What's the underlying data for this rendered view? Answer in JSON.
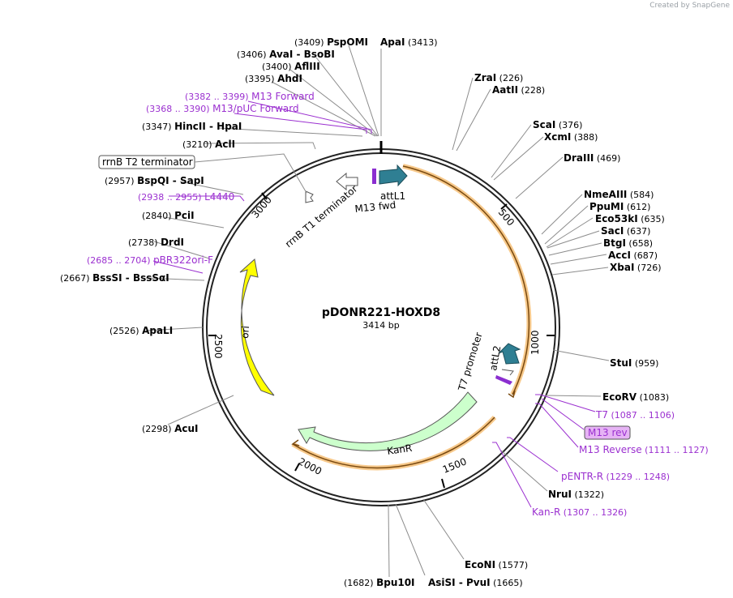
{
  "credit": {
    "prefix": "Created by",
    "brand": "SnapGene"
  },
  "plasmid": {
    "name": "pDONR221-HOXD8",
    "length": "3414 bp"
  },
  "ticks": [
    "500",
    "1000",
    "1500",
    "2000",
    "2500",
    "3000"
  ],
  "features": {
    "att_l1": "attL1",
    "m13_fwd": "M13 fwd",
    "rrnb_t1": "rrnB T1 terminator",
    "rrnb_t2": "rrnB T2 terminator",
    "ori": "ori",
    "kanr": "KanR",
    "att_l2": "attL2",
    "t7_promoter": "T7 promoter"
  },
  "sites": [
    {
      "id": "PspOMI",
      "names": [
        "PspOMI"
      ],
      "pos": "(3409)"
    },
    {
      "id": "AvaI",
      "names": [
        "AvaI",
        "BsoBI"
      ],
      "pos": "(3406)"
    },
    {
      "id": "AflIII",
      "names": [
        "AflIII"
      ],
      "pos": "(3400)"
    },
    {
      "id": "AhdI",
      "names": [
        "AhdI"
      ],
      "pos": "(3395)"
    },
    {
      "id": "M13F",
      "primer": "M13 Forward",
      "pos": "(3382 .. 3399)"
    },
    {
      "id": "M13pUC",
      "primer": "M13/pUC Forward",
      "pos": "(3368 .. 3390)"
    },
    {
      "id": "HincII",
      "names": [
        "HincII",
        "HpaI"
      ],
      "pos": "(3347)"
    },
    {
      "id": "AclI",
      "names": [
        "AclI"
      ],
      "pos": "(3210)"
    },
    {
      "id": "BspQI",
      "names": [
        "BspQI",
        "SapI"
      ],
      "pos": "(2957)"
    },
    {
      "id": "L4440",
      "primer": "L4440",
      "pos": "(2938 .. 2955)"
    },
    {
      "id": "PciI",
      "names": [
        "PciI"
      ],
      "pos": "(2840)"
    },
    {
      "id": "DrdI",
      "names": [
        "DrdI"
      ],
      "pos": "(2738)"
    },
    {
      "id": "pBR322",
      "primer": "pBR322ori-F",
      "pos": "(2685 .. 2704)"
    },
    {
      "id": "BssSI",
      "names": [
        "BssSI",
        "BssSαI"
      ],
      "pos": "(2667)"
    },
    {
      "id": "ApaLI",
      "names": [
        "ApaLI"
      ],
      "pos": "(2526)"
    },
    {
      "id": "AcuI",
      "names": [
        "AcuI"
      ],
      "pos": "(2298)"
    },
    {
      "id": "Bpu10I",
      "names": [
        "Bpu10I"
      ],
      "pos": "(1682)"
    },
    {
      "id": "AsiSI",
      "names": [
        "AsiSI",
        "PvuI"
      ],
      "pos": "(1665)"
    },
    {
      "id": "EcoNI",
      "names": [
        "EcoNI"
      ],
      "pos": "(1577)"
    },
    {
      "id": "KanR_p",
      "primer": "Kan-R",
      "pos": "(1307 .. 1326)"
    },
    {
      "id": "NruI",
      "names": [
        "NruI"
      ],
      "pos": "(1322)"
    },
    {
      "id": "pENTR",
      "primer": "pENTR-R",
      "pos": "(1229 .. 1248)"
    },
    {
      "id": "M13Rev",
      "primer": "M13 Reverse",
      "pos": "(1111 .. 1127)"
    },
    {
      "id": "M13revbox",
      "primer": "M13 rev",
      "pos": ""
    },
    {
      "id": "T7",
      "primer": "T7",
      "pos": "(1087 .. 1106)"
    },
    {
      "id": "EcoRV",
      "names": [
        "EcoRV"
      ],
      "pos": "(1083)"
    },
    {
      "id": "StuI",
      "names": [
        "StuI"
      ],
      "pos": "(959)"
    },
    {
      "id": "XbaI",
      "names": [
        "XbaI"
      ],
      "pos": "(726)"
    },
    {
      "id": "AccI",
      "names": [
        "AccI"
      ],
      "pos": "(687)"
    },
    {
      "id": "BtgI",
      "names": [
        "BtgI"
      ],
      "pos": "(658)"
    },
    {
      "id": "SacI",
      "names": [
        "SacI"
      ],
      "pos": "(637)"
    },
    {
      "id": "Eco53kI",
      "names": [
        "Eco53kI"
      ],
      "pos": "(635)"
    },
    {
      "id": "PpuMI",
      "names": [
        "PpuMI"
      ],
      "pos": "(612)"
    },
    {
      "id": "NmeAIII",
      "names": [
        "NmeAIII"
      ],
      "pos": "(584)"
    },
    {
      "id": "DraIII",
      "names": [
        "DraIII"
      ],
      "pos": "(469)"
    },
    {
      "id": "XcmI",
      "names": [
        "XcmI"
      ],
      "pos": "(388)"
    },
    {
      "id": "ScaI",
      "names": [
        "ScaI"
      ],
      "pos": "(376)"
    },
    {
      "id": "AatII",
      "names": [
        "AatII"
      ],
      "pos": "(228)"
    },
    {
      "id": "ZraI",
      "names": [
        "ZraI"
      ],
      "pos": "(226)"
    },
    {
      "id": "ApaI",
      "names": [
        "ApaI"
      ],
      "pos": "(3413)"
    }
  ],
  "colors": {
    "backbone": "#222222",
    "enzyme_line": "#8c8c8c",
    "primer": "#9b30d0",
    "ori_fill": "#ffff00",
    "kanr_fill": "#ccffcc",
    "att_fill": "#2f7f93",
    "highlight": "#f7c98b",
    "box_fill": "#e6b3f5"
  }
}
